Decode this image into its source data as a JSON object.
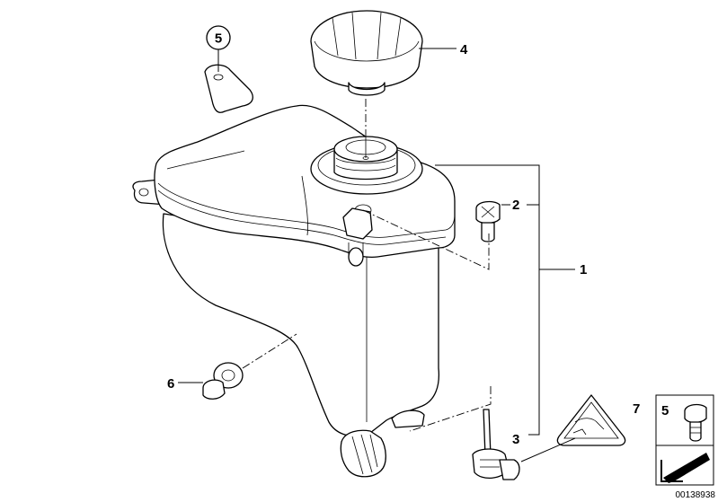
{
  "parts": [
    {
      "id": "part-1",
      "number": "1"
    },
    {
      "id": "part-2",
      "number": "2"
    },
    {
      "id": "part-3",
      "number": "3"
    },
    {
      "id": "part-4",
      "number": "4"
    },
    {
      "id": "part-5-circled",
      "number": "5"
    },
    {
      "id": "part-6",
      "number": "6"
    },
    {
      "id": "part-7",
      "number": "7"
    }
  ],
  "inset": {
    "number": "5"
  },
  "document_number": "00138938"
}
